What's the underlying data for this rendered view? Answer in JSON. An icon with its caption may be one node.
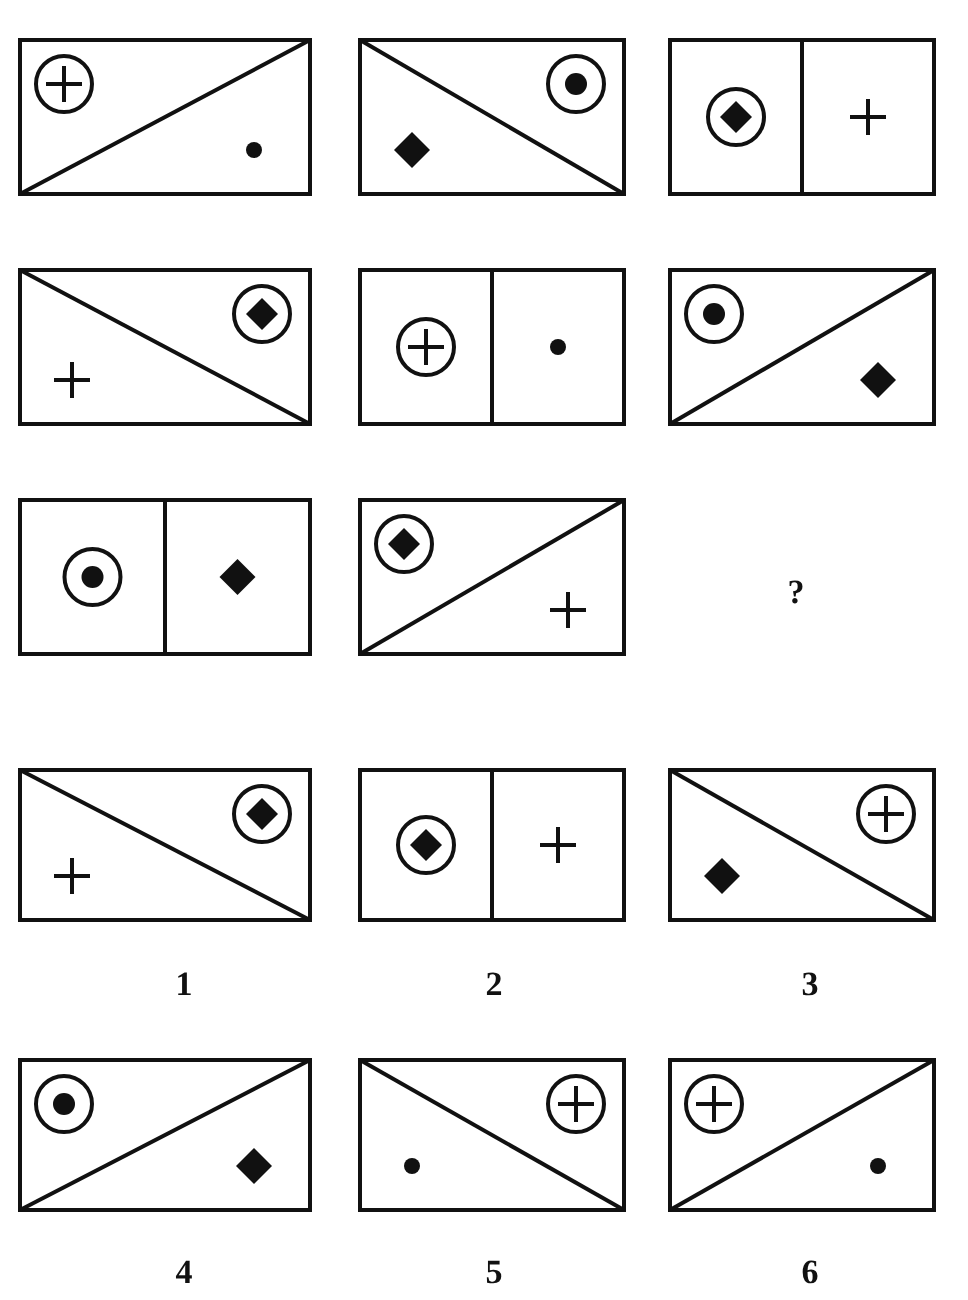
{
  "diagram": {
    "labels": [
      "?",
      "1",
      "2",
      "3",
      "4",
      "5",
      "6"
    ]
  }
}
